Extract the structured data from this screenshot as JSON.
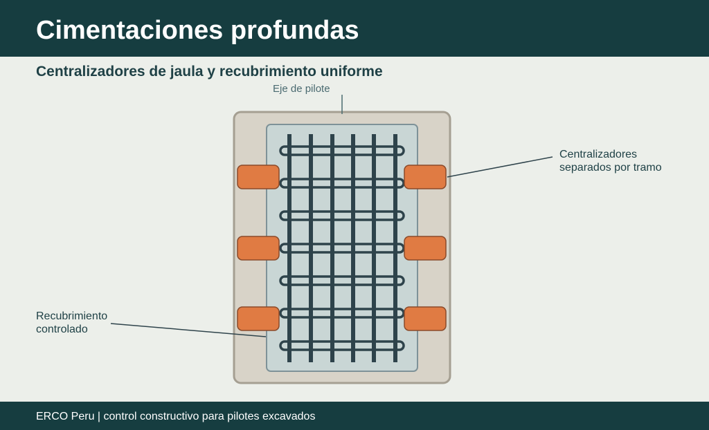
{
  "header": {
    "title": "Cimentaciones profundas",
    "subtitle": "Centralizadores de jaula y recubrimiento uniforme"
  },
  "labels": {
    "pile_axis": "Eje de pilote",
    "centralizers_line1": "Centralizadores",
    "centralizers_line2": "separados por tramo",
    "cover_line1": "Recubrimiento",
    "cover_line2": "controlado"
  },
  "footer": {
    "text": "ERCO Peru | control constructivo para pilotes excavados"
  },
  "colors": {
    "header_bg": "#163d40",
    "background": "#ecefea",
    "concrete": "#d8d3c8",
    "concrete_border": "#a59f92",
    "cage_fill": "#c9d6d5",
    "cage_border": "#7e9298",
    "rebar": "#2e434b",
    "centralizer": "#e07b43",
    "centralizer_border": "#8a4a2a"
  }
}
